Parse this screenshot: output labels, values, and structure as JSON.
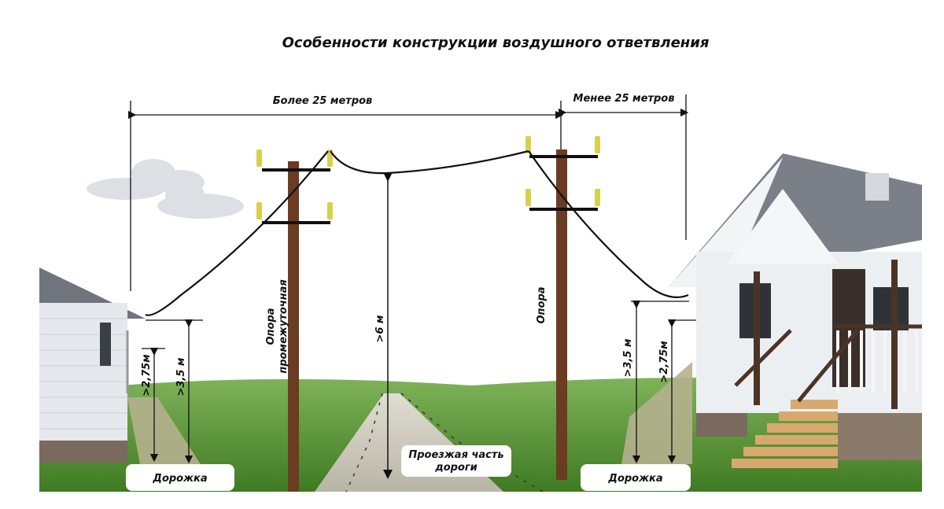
{
  "title": "Особенности конструкции воздушного ответвления",
  "labels": {
    "more_25": "Более 25 метров",
    "less_25": "Менее 25 метров",
    "pole_intermediate_line1": "Опора",
    "pole_intermediate_line2": "промежуточная",
    "pole": "Опора",
    "height_6": ">6 м",
    "left_h35": ">3,5 м",
    "left_h275": ">2,75м",
    "right_h35": ">3,5 м",
    "right_h275": ">2,75м",
    "road_line1": "Проезжая часть",
    "road_line2": "дороги",
    "path_left": "Дорожка",
    "path_right": "Дорожка"
  },
  "colors": {
    "sky": "#ffffff",
    "grass": "#4d8a2c",
    "pole": "#6b3b22",
    "insulator": "#d8d04a",
    "wire": "#111111",
    "house_wall": "#e6e9ec",
    "roof": "#7b7f88",
    "road": "#c9c6b8"
  }
}
